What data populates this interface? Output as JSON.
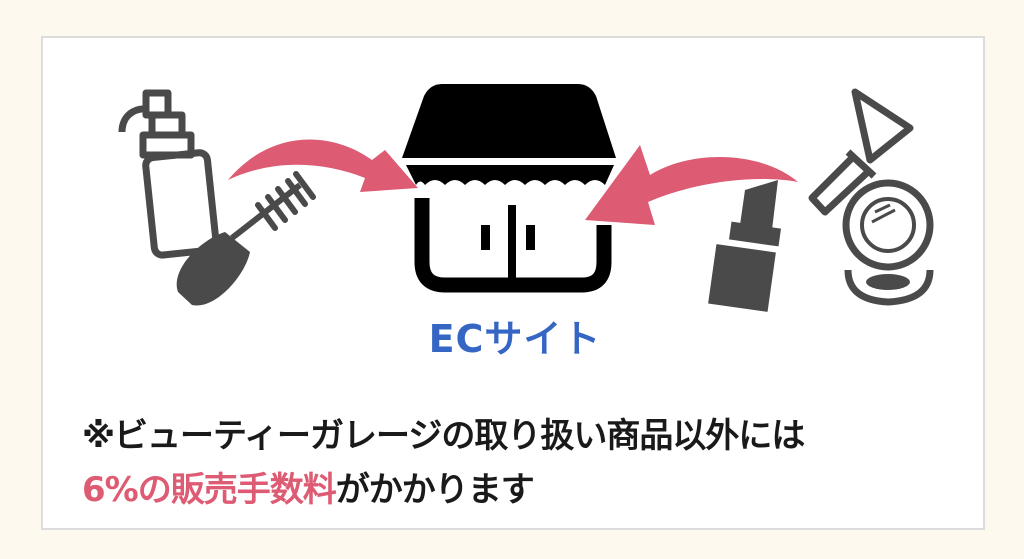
{
  "store_label": "ECサイト",
  "note": {
    "line1": "※ビューティーガレージの取り扱い商品以外には",
    "line2_highlight": "6%の販売手数料",
    "line2_rest": "がかかります"
  },
  "colors": {
    "accent_pink": "#dd5b73",
    "label_blue": "#3566c4",
    "icon_dark": "#4a4a4a",
    "background": "#fdf9ee"
  }
}
